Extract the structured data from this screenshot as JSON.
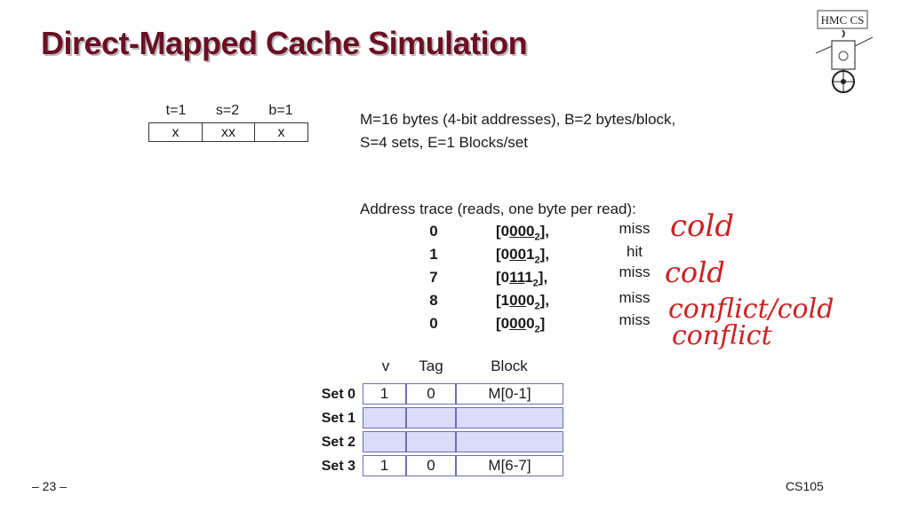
{
  "title": "Direct-Mapped Cache Simulation",
  "address_format": {
    "labels": [
      "t=1",
      "s=2",
      "b=1"
    ],
    "boxes": [
      "x",
      "xx",
      "x"
    ]
  },
  "parameters": {
    "line1": "M=16 bytes (4-bit addresses), B=2 bytes/block,",
    "line2": "S=4 sets, E=1 Blocks/set"
  },
  "trace": {
    "header": "Address trace (reads, one byte per read):",
    "rows": [
      {
        "addr": "0",
        "b1": "0",
        "b_mid": "000",
        "b_tail": "",
        "sub": "2",
        "end": "],",
        "result": "miss"
      },
      {
        "addr": "1",
        "b1": "0",
        "b_mid": "00",
        "b_tail": "1",
        "sub": "2",
        "end": "],",
        "result": "hit"
      },
      {
        "addr": "7",
        "b1": "0",
        "b_mid": "11",
        "b_tail": "1",
        "sub": "2",
        "end": "],",
        "result": "miss"
      },
      {
        "addr": "8",
        "b1": "1",
        "b_mid": "00",
        "b_tail": "0",
        "sub": "2",
        "end": "],",
        "result": "miss"
      },
      {
        "addr": "0",
        "b1": "0",
        "b_mid": "00",
        "b_tail": "0",
        "sub": "2",
        "end": "]",
        "result": "miss"
      }
    ]
  },
  "handwriting": {
    "row0": "cold",
    "row2": "cold",
    "row3": "conflict/cold",
    "row4": "conflict"
  },
  "cache_table": {
    "headers": {
      "v": "v",
      "tag": "Tag",
      "block": "Block"
    },
    "sets": [
      {
        "label": "Set 0",
        "v": "1",
        "tag": "0",
        "block": "M[0-1]"
      },
      {
        "label": "Set 1",
        "v": "",
        "tag": "",
        "block": ""
      },
      {
        "label": "Set 2",
        "v": "",
        "tag": "",
        "block": ""
      },
      {
        "label": "Set 3",
        "v": "1",
        "tag": "0",
        "block": "M[6-7]"
      }
    ]
  },
  "footer": {
    "page": "– 23 –",
    "course": "CS105"
  },
  "logo_text": "HMC CS",
  "colors": {
    "title": "#6b1024",
    "cell_fill": "#dbdcf6",
    "cell_border": "#6d6db8",
    "ink": "#cc2222"
  }
}
